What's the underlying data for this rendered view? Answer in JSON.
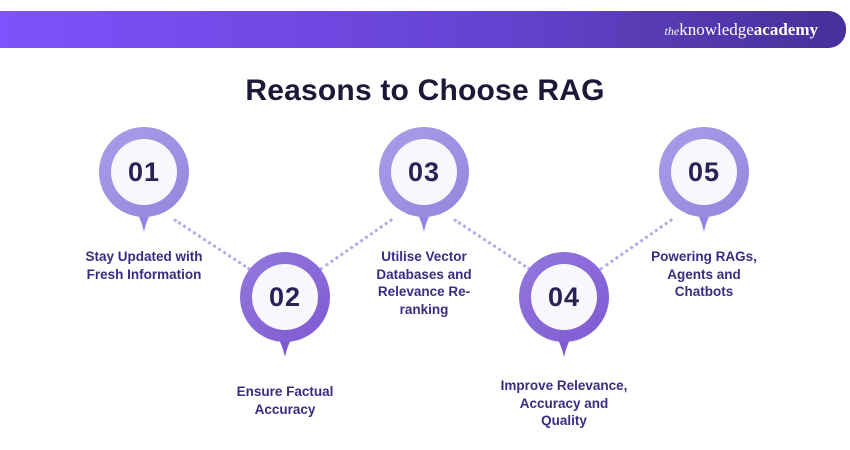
{
  "header": {
    "logo": {
      "the": "the",
      "knowledge": "knowledge",
      "academy": "academy"
    }
  },
  "title": "Reasons to Choose RAG",
  "steps": [
    {
      "number": "01",
      "label": "Stay Updated with\nFresh Information"
    },
    {
      "number": "02",
      "label": "Ensure Factual\nAccuracy"
    },
    {
      "number": "03",
      "label": "Utilise Vector\nDatabases and\nRelevance Re-\nranking"
    },
    {
      "number": "04",
      "label": "Improve Relevance,\nAccuracy and\nQuality"
    },
    {
      "number": "05",
      "label": "Powering RAGs,\nAgents and\nChatbots"
    }
  ],
  "theme": {
    "page-bg": "#ffffff",
    "bar-grad-1": "#7e52fc",
    "bar-grad-2": "#6743d4",
    "bar-grad-3": "#4a319c",
    "logo-pill-1": "#5a3db6",
    "logo-pill-2": "#47309a",
    "logo-text": "#ffffff",
    "title-color": "#1e1838",
    "ring-light-1": "#aa9de9",
    "ring-light-2": "#9585de",
    "ring-dark-1": "#9478de",
    "ring-dark-2": "#7e5ad2",
    "inner-circle": "#f7f7fc",
    "number-color": "#2b2154",
    "label-color": "#3a2c82",
    "dot-color": "#b7abe9"
  }
}
